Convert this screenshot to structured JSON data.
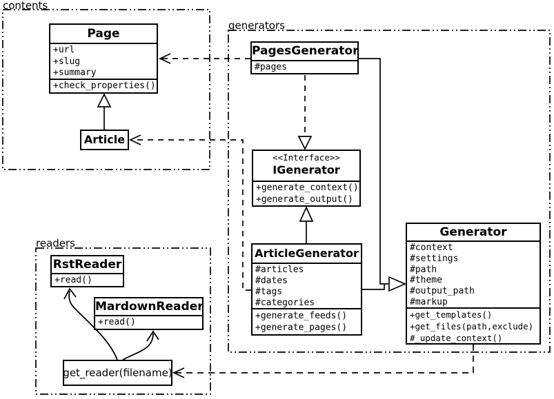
{
  "packages": {
    "contents": {
      "label": "contents"
    },
    "generators": {
      "label": "generators"
    },
    "readers": {
      "label": "readers"
    }
  },
  "classes": {
    "page": {
      "name": "Page",
      "attributes": [
        "+url",
        "+slug",
        "+summary"
      ],
      "methods": [
        "+check_properties()"
      ]
    },
    "article": {
      "name": "Article"
    },
    "pages_generator": {
      "name": "PagesGenerator",
      "attributes": [
        "#pages"
      ]
    },
    "igenerator": {
      "stereotype": "<<Interface>>",
      "name": "IGenerator",
      "methods": [
        "+generate_context()",
        "+generate_output()"
      ]
    },
    "article_generator": {
      "name": "ArticleGenerator",
      "attributes": [
        "#articles",
        "#dates",
        "#tags",
        "#categories"
      ],
      "methods": [
        "+generate_feeds()",
        "+generate_pages()"
      ]
    },
    "generator": {
      "name": "Generator",
      "attributes": [
        "#context",
        "#settings",
        "#path",
        "#theme",
        "#output_path",
        "#markup"
      ],
      "methods": [
        "+get_templates()",
        "+get_files(path,exclude)",
        "#_update_context()"
      ]
    },
    "rst_reader": {
      "name": "RstReader",
      "methods": [
        "+read()"
      ]
    },
    "markdown_reader": {
      "name": "MardownReader",
      "methods": [
        "+read()"
      ]
    },
    "get_reader": {
      "name": "get_reader(filename)"
    }
  },
  "colors": {
    "line": "#000000",
    "background": "#ffffff"
  }
}
